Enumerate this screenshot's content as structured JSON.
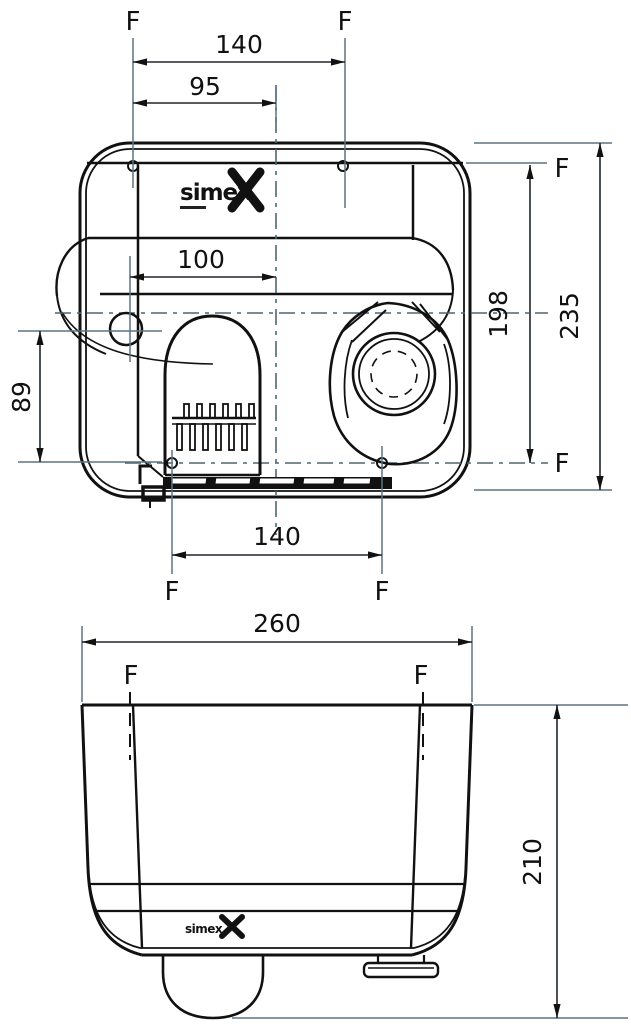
{
  "drawing": {
    "labels": {
      "fixing": "F"
    },
    "logo": {
      "brand": "simex"
    },
    "front_view": {
      "dimensions": {
        "top_overall": "140",
        "top_partial": "95",
        "center_offset": "100",
        "side_height": "89",
        "fixing_height": "198",
        "overall_height": "235",
        "bottom_fixing_width": "140"
      }
    },
    "bottom_view": {
      "dimensions": {
        "overall_width": "260",
        "overall_depth": "210"
      }
    },
    "colors": {
      "object_line": "#111111",
      "dimension_line": "#20262b",
      "extension_line": "#5d7382",
      "background": "#ffffff"
    }
  }
}
